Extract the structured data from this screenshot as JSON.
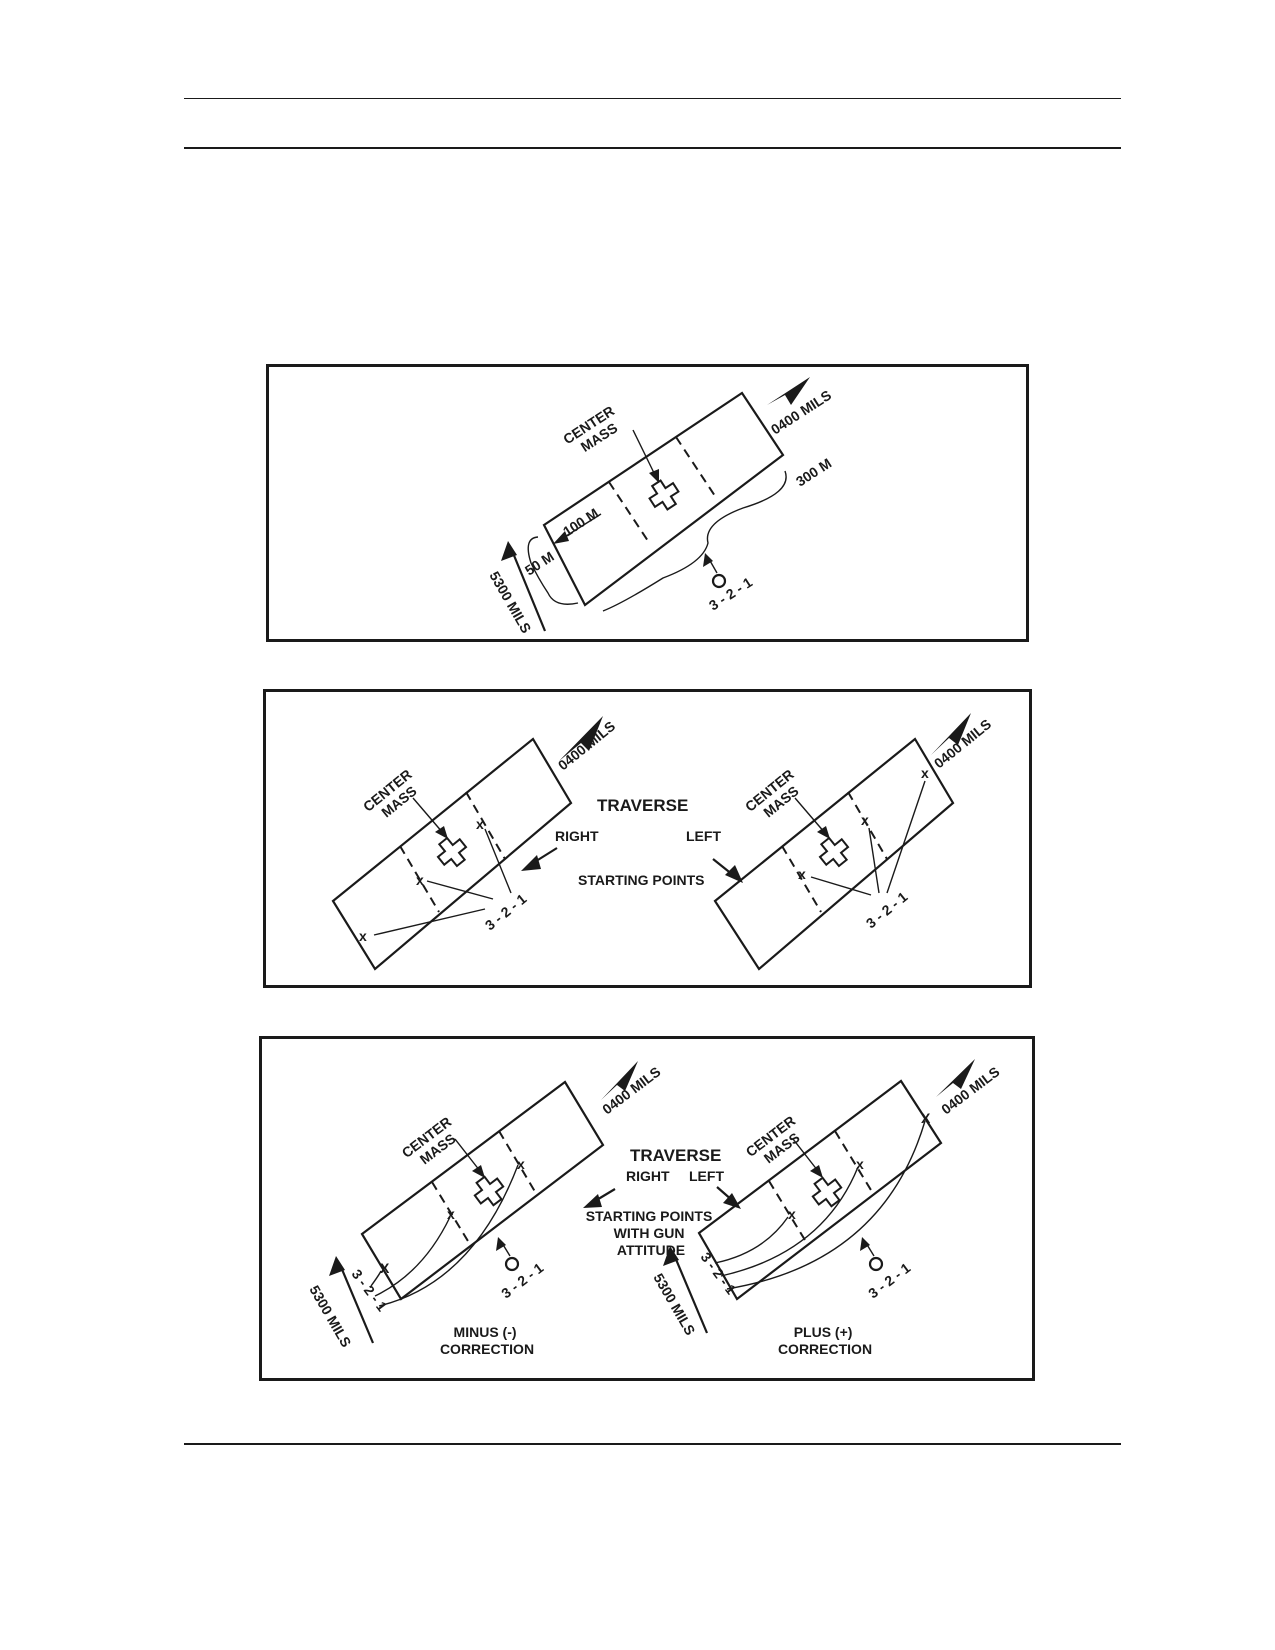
{
  "figures": [
    {
      "labels": {
        "center_mass": [
          "CENTER",
          "MASS"
        ],
        "azimuth_right": "0400 MILS",
        "azimuth_left": "5300 MILS",
        "width": "300 M",
        "depth": "50 M",
        "sector": "100 M",
        "countdown": "3 - 2 - 1"
      }
    },
    {
      "labels": {
        "center_mass": [
          "CENTER",
          "MASS"
        ],
        "azimuth_right": "0400 MILS",
        "traverse": "TRAVERSE",
        "right": "RIGHT",
        "left": "LEFT",
        "starting_points": "STARTING POINTS",
        "countdown": "3 - 2 - 1"
      }
    },
    {
      "labels": {
        "center_mass": [
          "CENTER",
          "MASS"
        ],
        "azimuth_right": "0400 MILS",
        "azimuth_left": "5300 MILS",
        "traverse": "TRAVERSE",
        "right": "RIGHT",
        "left": "LEFT",
        "starting_points": [
          "STARTING POINTS",
          "WITH GUN",
          "ATTITUDE"
        ],
        "countdown": "3 - 2 - 1",
        "minus": [
          "MINUS (-)",
          "CORRECTION"
        ],
        "plus": [
          "PLUS (+)",
          "CORRECTION"
        ]
      }
    }
  ]
}
